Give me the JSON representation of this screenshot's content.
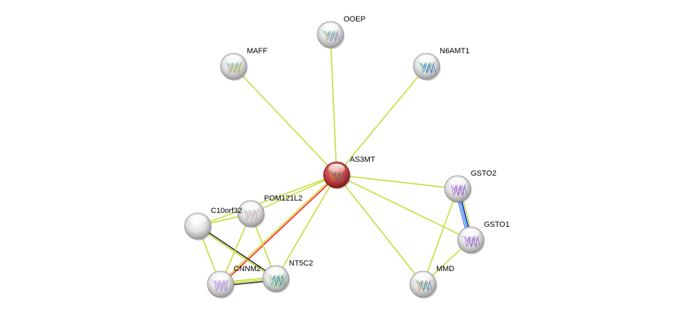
{
  "title": "Protein interaction network",
  "nodes": [
    {
      "id": "AS3MT",
      "label": "AS3MT",
      "query": true,
      "fill": "#c44040",
      "structure_colors": [
        "#7a8a20",
        "#d07020",
        "#6040a0"
      ]
    },
    {
      "id": "OOEP",
      "label": "OOEP",
      "query": false,
      "fill": "#dcdcdc",
      "structure_colors": [
        "#40b0c0",
        "#c0c040",
        "#8080d0"
      ]
    },
    {
      "id": "MAFF",
      "label": "MAFF",
      "query": false,
      "fill": "#dcdcdc",
      "structure_colors": [
        "#30c0c0",
        "#d08080",
        "#c0c040"
      ]
    },
    {
      "id": "N6AMT1",
      "label": "N6AMT1",
      "query": false,
      "fill": "#dcdcdc",
      "structure_colors": [
        "#40a080",
        "#60c0c0",
        "#4060c0"
      ]
    },
    {
      "id": "GSTO2",
      "label": "GSTO2",
      "query": false,
      "fill": "#dcdcdc",
      "structure_colors": [
        "#b080e0",
        "#a070d0",
        "#9060c0"
      ]
    },
    {
      "id": "GSTO1",
      "label": "GSTO1",
      "query": false,
      "fill": "#dcdcdc",
      "structure_colors": [
        "#b080e0",
        "#a070d0",
        "#9060c0"
      ]
    },
    {
      "id": "MMD",
      "label": "MMD",
      "query": false,
      "fill": "#dcdcdc",
      "structure_colors": [
        "#40c060",
        "#e08040",
        "#4080e0"
      ]
    },
    {
      "id": "POM121L2",
      "label": "POM121L2",
      "query": false,
      "fill": "#e4e4e4",
      "structure_colors": [
        "#80c0c0",
        "#e0a0a0"
      ]
    },
    {
      "id": "C10orf32",
      "label": "C10orf32",
      "query": false,
      "fill": "#dcdcdc",
      "structure_colors": []
    },
    {
      "id": "CNNM2",
      "label": "CNNM2",
      "query": false,
      "fill": "#dcdcdc",
      "structure_colors": [
        "#b080e0",
        "#a070d0"
      ]
    },
    {
      "id": "NT5C2",
      "label": "NT5C2",
      "query": false,
      "fill": "#dcdcdc",
      "structure_colors": [
        "#e0c060",
        "#40c0a0",
        "#4060e0",
        "#60c060"
      ]
    }
  ],
  "edges": [
    {
      "a": "AS3MT",
      "b": "OOEP",
      "colors": [
        "#c8dc3c"
      ]
    },
    {
      "a": "AS3MT",
      "b": "MAFF",
      "colors": [
        "#c8dc3c"
      ]
    },
    {
      "a": "AS3MT",
      "b": "N6AMT1",
      "colors": [
        "#c8dc3c"
      ]
    },
    {
      "a": "AS3MT",
      "b": "GSTO2",
      "colors": [
        "#c8dc3c"
      ]
    },
    {
      "a": "AS3MT",
      "b": "GSTO1",
      "colors": [
        "#c8dc3c"
      ]
    },
    {
      "a": "AS3MT",
      "b": "MMD",
      "colors": [
        "#c8dc3c"
      ]
    },
    {
      "a": "AS3MT",
      "b": "NT5C2",
      "colors": [
        "#c8dc3c"
      ]
    },
    {
      "a": "AS3MT",
      "b": "POM121L2",
      "colors": [
        "#c8dc3c"
      ]
    },
    {
      "a": "AS3MT",
      "b": "C10orf32",
      "colors": [
        "#c8dc3c"
      ]
    },
    {
      "a": "AS3MT",
      "b": "CNNM2",
      "colors": [
        "#ff2020",
        "#c8dc3c"
      ]
    },
    {
      "a": "GSTO2",
      "b": "GSTO1",
      "colors": [
        "#c8dc3c",
        "#1010e0",
        "#20b0d0",
        "#8080ff"
      ]
    },
    {
      "a": "GSTO2",
      "b": "MMD",
      "colors": [
        "#c8dc3c"
      ]
    },
    {
      "a": "GSTO1",
      "b": "MMD",
      "colors": [
        "#c8dc3c"
      ]
    },
    {
      "a": "C10orf32",
      "b": "POM121L2",
      "colors": [
        "#c8dc3c"
      ]
    },
    {
      "a": "C10orf32",
      "b": "CNNM2",
      "colors": [
        "#c8dc3c"
      ]
    },
    {
      "a": "C10orf32",
      "b": "NT5C2",
      "colors": [
        "#333333",
        "#c8dc3c"
      ]
    },
    {
      "a": "POM121L2",
      "b": "CNNM2",
      "colors": [
        "#c8dc3c"
      ]
    },
    {
      "a": "POM121L2",
      "b": "NT5C2",
      "colors": [
        "#c8dc3c"
      ]
    },
    {
      "a": "CNNM2",
      "b": "NT5C2",
      "colors": [
        "#c8dc3c",
        "#c8dc3c",
        "#333333"
      ]
    }
  ]
}
